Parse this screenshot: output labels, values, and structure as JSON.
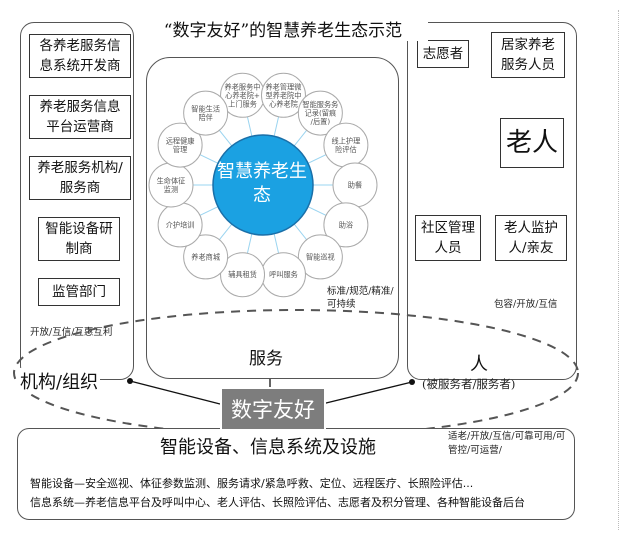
{
  "title": "“数字友好”的智慧养老生态示范",
  "left_boxes": [
    "各养老服务信息系统开发商",
    "养老服务信息平台运营商",
    "养老服务机构/服务商",
    "智能设备研制商",
    "监管部门"
  ],
  "left_note": "开放/互信/互惠互利",
  "left_label": "机构/组织",
  "center_label": "服务",
  "hub": "智慧养老生态",
  "spokes": [
    "养老服务中心养老院+上门服务",
    "养老管理微型养老院中心养老院",
    "智能服务务记录(留痕/后置)",
    "线上护理险评估",
    "助餐",
    "助浴",
    "智能巡视",
    "呼叫服务",
    "辅具租赁",
    "养老商城",
    "介护培训",
    "生命体征监测",
    "远程健康管理",
    "智能生活陪伴"
  ],
  "spoke_note": "标准/规范/精准/可持续",
  "right_boxes": [
    "志愿者",
    "居家养老服务人员",
    "老人",
    "社区管理人员",
    "老人监护人/亲友"
  ],
  "right_note": "包容/开放/互信",
  "right_label": "人",
  "right_sub": "(被服务者/服务者)",
  "badge": "数字友好",
  "bottom_title": "智能设备、信息系统及设施",
  "bottom_note": "适老/开放/互信/可靠可用/可管控/可运营/",
  "bottom_lines": [
    "智能设备—安全巡视、体征参数监测、服务请求/紧急呼救、定位、远程医疗、长照险评估...",
    "信息系统—养老信息平台及呼叫中心、老人评估、长照险评估、志愿者及积分管理、各种智能设备后台"
  ],
  "colors": {
    "hub": "#1ba1e2",
    "hub_border": "#1a6fa8",
    "spoke": "#9ad4f0",
    "badge": "#7d7d7d"
  }
}
